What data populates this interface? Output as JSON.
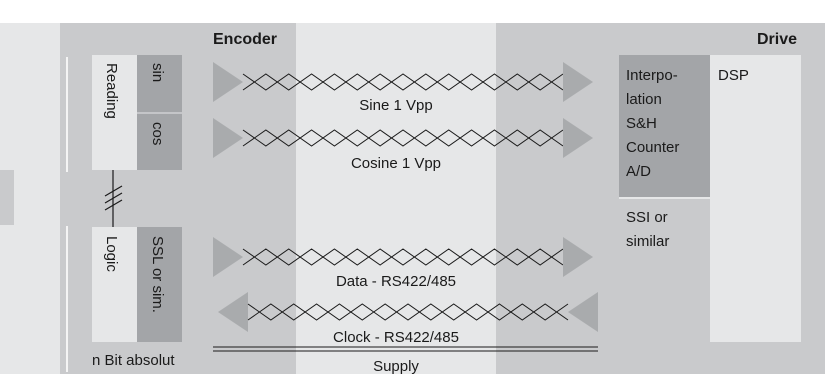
{
  "header": {
    "encoder_title": "Encoder",
    "drive_title": "Drive"
  },
  "encoder": {
    "reading_label": "Reading",
    "sin_label": "sin",
    "cos_label": "cos",
    "logic_label": "Logic",
    "ssl_label": "SSL or sim.",
    "footer_label": "n Bit absolut"
  },
  "signals": {
    "sine": "Sine 1 Vpp",
    "cosine": "Cosine 1 Vpp",
    "data": "Data - RS422/485",
    "clock": "Clock - RS422/485",
    "supply": "Supply"
  },
  "drive": {
    "interp_lines": [
      "Interpo-",
      "lation",
      "S&H",
      "Counter",
      "A/D"
    ],
    "ssi_lines": [
      "SSI or",
      "similar"
    ],
    "dsp_label": "DSP"
  },
  "colors": {
    "light_gray": "#e6e7e8",
    "mid_gray": "#c9cacc",
    "dark_gray": "#a3a5a8",
    "white": "#ffffff",
    "arrow_gray": "#a9abad",
    "line": "#1a1a1a"
  }
}
